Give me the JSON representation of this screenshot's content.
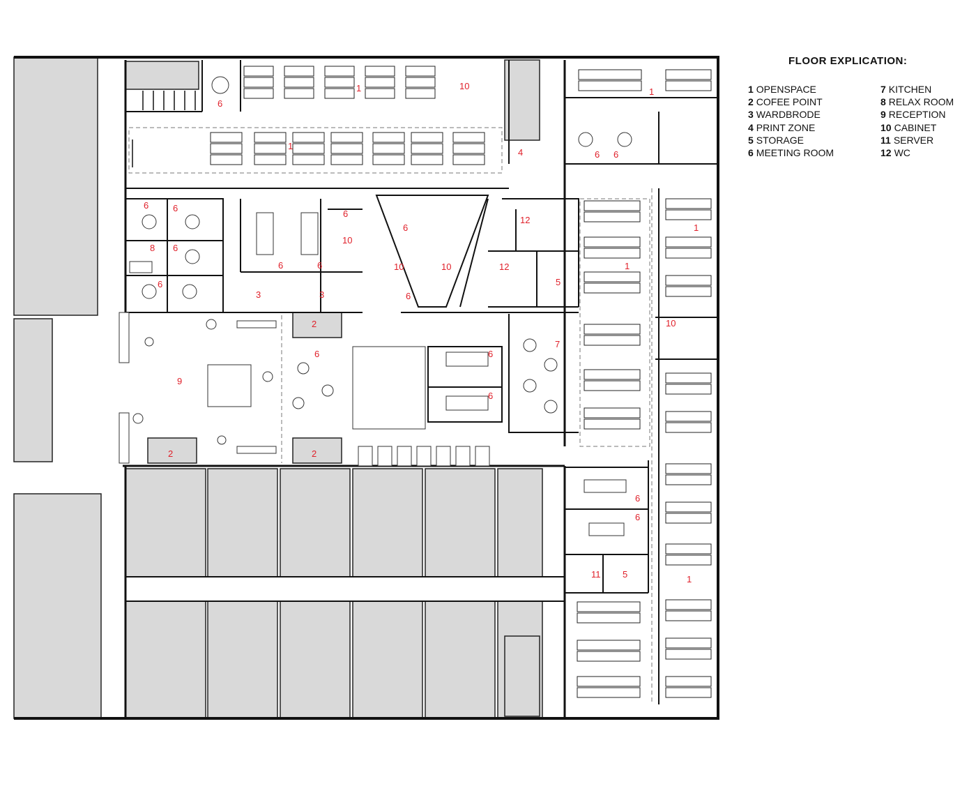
{
  "legend": {
    "title": "FLOOR EXPLICATION:",
    "items": [
      {
        "num": "1",
        "label": "OPENSPACE"
      },
      {
        "num": "2",
        "label": "COFEE POINT"
      },
      {
        "num": "3",
        "label": "WARDBRODE"
      },
      {
        "num": "4",
        "label": "PRINT ZONE"
      },
      {
        "num": "5",
        "label": "STORAGE"
      },
      {
        "num": "6",
        "label": "MEETING ROOM"
      },
      {
        "num": "7",
        "label": "KITCHEN"
      },
      {
        "num": "8",
        "label": "RELAX ROOM"
      },
      {
        "num": "9",
        "label": "RECEPTION"
      },
      {
        "num": "10",
        "label": "CABINET"
      },
      {
        "num": "11",
        "label": "SERVER"
      },
      {
        "num": "12",
        "label": "WC"
      }
    ]
  },
  "colors": {
    "tag": "#e0202a",
    "wall": "#111111",
    "neighbor_fill": "#d9d9d9",
    "background": "#ffffff"
  },
  "room_tags": [
    {
      "id": "openspace-top-center",
      "label": "1"
    },
    {
      "id": "openspace-second-row",
      "label": "1"
    },
    {
      "id": "openspace-top-right",
      "label": "1"
    },
    {
      "id": "openspace-right-upper",
      "label": "1"
    },
    {
      "id": "openspace-center-right",
      "label": "1"
    },
    {
      "id": "openspace-right-lower",
      "label": "1"
    },
    {
      "id": "coffee-point-upper",
      "label": "2"
    },
    {
      "id": "coffee-point-lower-left",
      "label": "2"
    },
    {
      "id": "coffee-point-lower-center",
      "label": "2"
    },
    {
      "id": "wardrobe-left",
      "label": "3"
    },
    {
      "id": "wardrobe-center",
      "label": "3"
    },
    {
      "id": "print-zone",
      "label": "4"
    },
    {
      "id": "storage-upper",
      "label": "5"
    },
    {
      "id": "storage-lower",
      "label": "5"
    },
    {
      "id": "meeting-top-left",
      "label": "6"
    },
    {
      "id": "meeting-right-a",
      "label": "6"
    },
    {
      "id": "meeting-right-b",
      "label": "6"
    },
    {
      "id": "meeting-left-a",
      "label": "6"
    },
    {
      "id": "meeting-left-b",
      "label": "6"
    },
    {
      "id": "meeting-left-c",
      "label": "6"
    },
    {
      "id": "meeting-left-d",
      "label": "6"
    },
    {
      "id": "meeting-conf-a",
      "label": "6"
    },
    {
      "id": "meeting-conf-b",
      "label": "6"
    },
    {
      "id": "meeting-small",
      "label": "6"
    },
    {
      "id": "meeting-trapezoid",
      "label": "6"
    },
    {
      "id": "meeting-cone",
      "label": "6"
    },
    {
      "id": "meeting-reception",
      "label": "6"
    },
    {
      "id": "meeting-center-a",
      "label": "6"
    },
    {
      "id": "meeting-center-b",
      "label": "6"
    },
    {
      "id": "meeting-lower-right-a",
      "label": "6"
    },
    {
      "id": "meeting-lower-right-b",
      "label": "6"
    },
    {
      "id": "kitchen",
      "label": "7"
    },
    {
      "id": "relax-room",
      "label": "8"
    },
    {
      "id": "reception",
      "label": "9"
    },
    {
      "id": "cabinet-top",
      "label": "10"
    },
    {
      "id": "cabinet-mid",
      "label": "10"
    },
    {
      "id": "cabinet-a",
      "label": "10"
    },
    {
      "id": "cabinet-b",
      "label": "10"
    },
    {
      "id": "cabinet-right",
      "label": "10"
    },
    {
      "id": "server",
      "label": "11"
    },
    {
      "id": "wc-upper",
      "label": "12"
    },
    {
      "id": "wc-lower",
      "label": "12"
    }
  ]
}
